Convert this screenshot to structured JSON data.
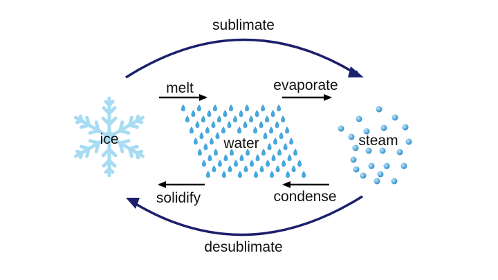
{
  "diagram": {
    "states": {
      "ice": "ice",
      "water": "water",
      "steam": "steam"
    },
    "transitions": {
      "sublimate": "sublimate",
      "melt": "melt",
      "evaporate": "evaporate",
      "solidify": "solidify",
      "condense": "condense",
      "desublimate": "desublimate"
    },
    "icons": {
      "ice": "snowflake-icon",
      "water": "water-droplets-icon",
      "steam": "vapor-particles-icon"
    },
    "colors": {
      "arc_arrow": "#1c1f6b",
      "straight_arrow": "#000000",
      "ice": "#a9dcf2",
      "water": "#4aa6dc",
      "steam": "#3f9fd6"
    }
  }
}
